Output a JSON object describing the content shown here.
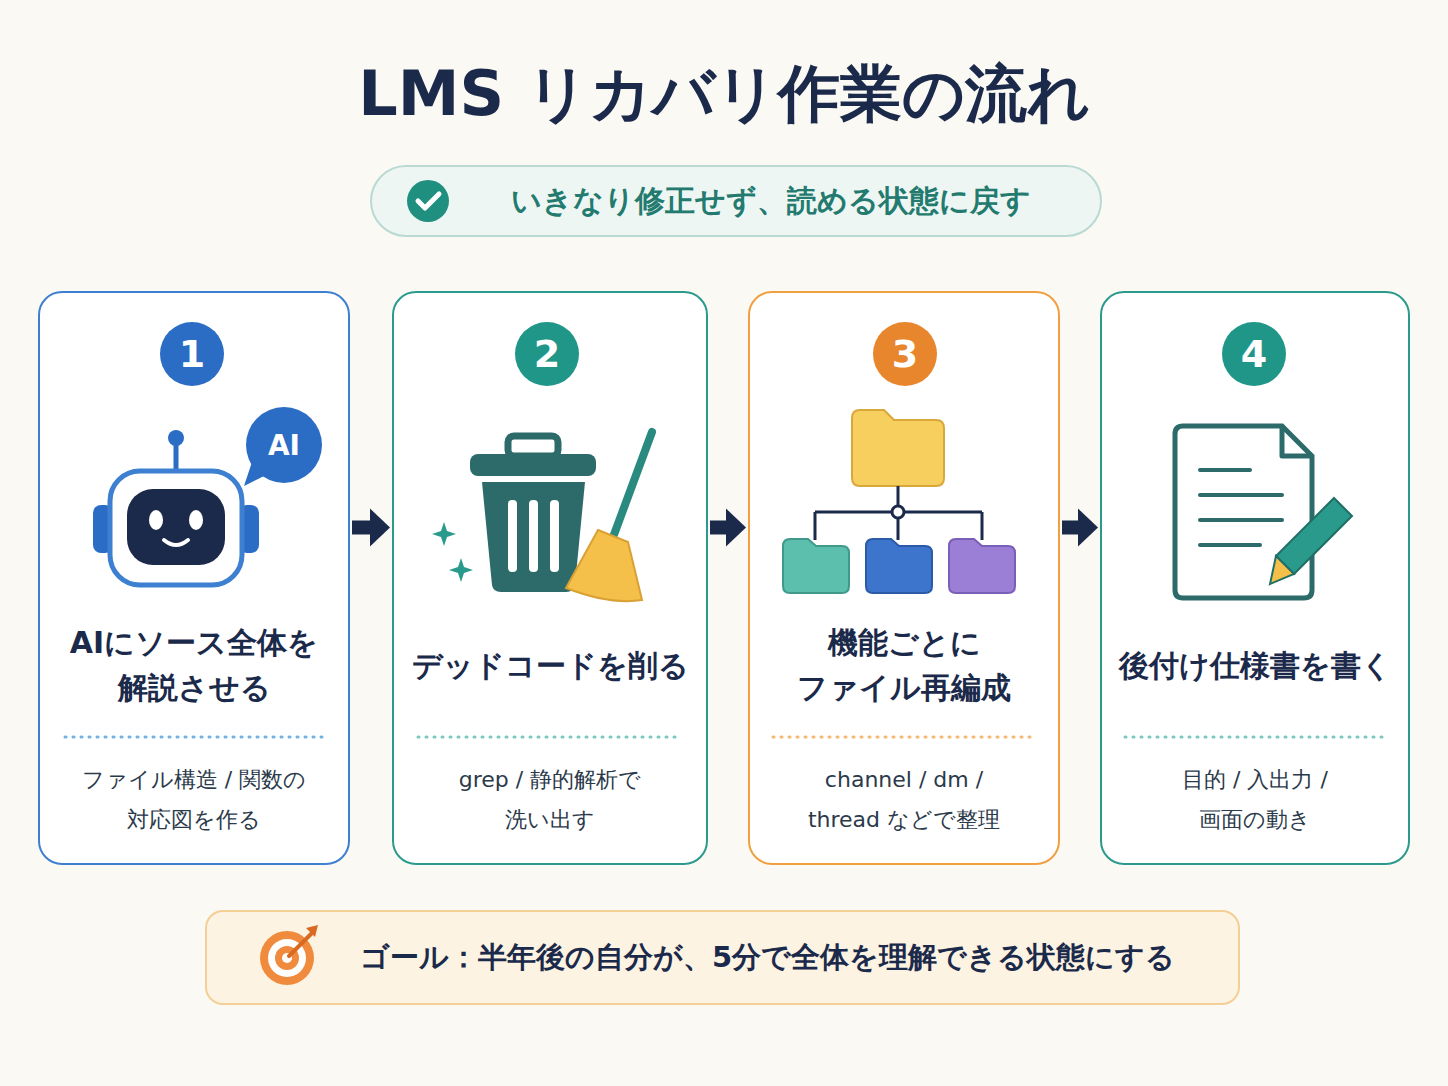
{
  "diagram": {
    "title": "LMS リカバリ作業の流れ",
    "nodes": [
      {
        "text": [
          "いきなり修正せず、読める状態に戻す"
        ]
      },
      {
        "text": [
          "AIにソース全体を 解説させる",
          "ファイル構造 / 関数の 対応図を作る"
        ]
      },
      {
        "text": [
          "1"
        ],
        "in": 1
      },
      {
        "text": [
          "AI"
        ],
        "in": 1
      },
      {
        "text": [
          "デッドコードを削る",
          "grep / 静的解析で 洗い出す"
        ]
      },
      {
        "text": [
          "2"
        ],
        "in": 4
      },
      {
        "text": [
          "機能ごとに ファイル再編成",
          "channel / dm / thread などで整理"
        ]
      },
      {
        "text": [
          "3"
        ],
        "in": 6
      },
      {
        "text": [
          "後付け仕様書を書く",
          "目的 / 入出力 / 画面の動き"
        ]
      },
      {
        "text": [
          "4"
        ],
        "in": 8
      },
      {
        "text": [
          "ゴール：半年後の自分が、5分で全体を理解できる状態にする"
        ]
      }
    ],
    "edges": [
      {
        "from": 1,
        "to": 4,
        "arrow": "to"
      },
      {
        "from": 4,
        "to": 6,
        "arrow": "to"
      },
      {
        "from": 6,
        "to": 8,
        "arrow": "to"
      }
    ]
  }
}
